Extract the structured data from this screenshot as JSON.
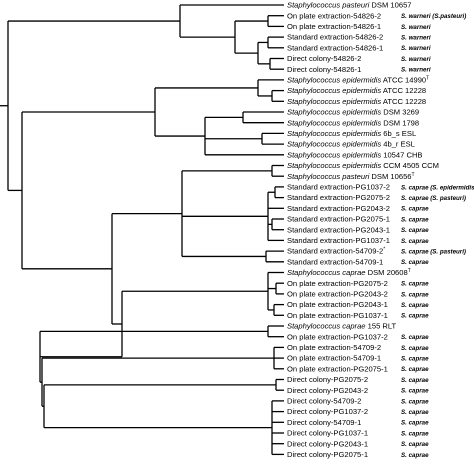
{
  "figure": {
    "description_color": "#000000",
    "leaves": [
      {
        "label": "Staphylococcus pasteuri DSM 10657",
        "italic_part": "Staphylococcus pasteuri",
        "plain_part": " DSM 10657",
        "sup": "",
        "id": ""
      },
      {
        "label": "On plate extraction-54826-2",
        "italic_part": "",
        "plain_part": "On plate extraction-54826-2",
        "sup": "",
        "id": "S. warneri (S.pasteuri)"
      },
      {
        "label": "On plate extraction-54826-1",
        "italic_part": "",
        "plain_part": "On plate extraction-54826-1",
        "sup": "",
        "id": "S. warneri"
      },
      {
        "label": "Standard extraction-54826-2",
        "italic_part": "",
        "plain_part": "Standard extraction-54826-2",
        "sup": "",
        "id": "S. warneri"
      },
      {
        "label": "Standard extraction-54826-1",
        "italic_part": "",
        "plain_part": "Standard extraction-54826-1",
        "sup": "",
        "id": "S. warneri"
      },
      {
        "label": "Direct colony-54826-2",
        "italic_part": "",
        "plain_part": "Direct colony-54826-2",
        "sup": "",
        "id": "S. warneri"
      },
      {
        "label": "Direct colony-54826-1",
        "italic_part": "",
        "plain_part": "Direct colony-54826-1",
        "sup": "",
        "id": "S. warneri"
      },
      {
        "label": "Staphylococcus epidermidis ATCC 14990",
        "italic_part": "Staphylococcus epidermidis",
        "plain_part": " ATCC 14990",
        "sup": "T",
        "id": ""
      },
      {
        "label": "Staphylococcus epidermidis ATCC 12228",
        "italic_part": "Staphylococcus epidermidis",
        "plain_part": " ATCC 12228",
        "sup": "",
        "id": ""
      },
      {
        "label": "Staphylococcus epidermidis ATCC 12228",
        "italic_part": "Staphylococcus epidermidis",
        "plain_part": " ATCC 12228",
        "sup": "",
        "id": ""
      },
      {
        "label": "Staphylococcus epidermidis DSM 3269",
        "italic_part": "Staphylococcus epidermidis",
        "plain_part": " DSM 3269",
        "sup": "",
        "id": ""
      },
      {
        "label": "Staphylococcus epidermidis DSM 1798",
        "italic_part": "Staphylococcus epidermidis",
        "plain_part": " DSM 1798",
        "sup": "",
        "id": ""
      },
      {
        "label": "Staphylococcus epidermidis 6b_s ESL",
        "italic_part": "Staphylococcus epidermidis",
        "plain_part": " 6b_s ESL",
        "sup": "",
        "id": ""
      },
      {
        "label": "Staphylococcus epidermidis 4b_r ESL",
        "italic_part": "Staphylococcus epidermidis",
        "plain_part": " 4b_r ESL",
        "sup": "",
        "id": ""
      },
      {
        "label": "Staphylococcus epidermidis 10547 CHB",
        "italic_part": "Staphylococcus epidermidis",
        "plain_part": " 10547 CHB",
        "sup": "",
        "id": ""
      },
      {
        "label": "Staphylococcus epidermidis CCM 4505 CCM",
        "italic_part": "Staphylococcus epidermidis",
        "plain_part": " CCM 4505 CCM",
        "sup": "",
        "id": ""
      },
      {
        "label": "Staphylococcus pasteuri DSM 10656",
        "italic_part": "Staphylococcus pasteuri",
        "plain_part": " DSM 10656",
        "sup": "T",
        "id": ""
      },
      {
        "label": "Standard extraction-PG1037-2",
        "italic_part": "",
        "plain_part": "Standard extraction-PG1037-2",
        "sup": "",
        "id": "S. caprae (S. epidermidis)"
      },
      {
        "label": "Standard extraction-PG2075-2",
        "italic_part": "",
        "plain_part": "Standard extraction-PG2075-2",
        "sup": "",
        "id": "S. caprae (S. pasteuri)"
      },
      {
        "label": "Standard extraction-PG2043-2",
        "italic_part": "",
        "plain_part": "Standard extraction-PG2043-2",
        "sup": "",
        "id": "S. caprae"
      },
      {
        "label": "Standard extraction-PG2075-1",
        "italic_part": "",
        "plain_part": "Standard extraction-PG2075-1",
        "sup": "",
        "id": "S. caprae"
      },
      {
        "label": "Standard extraction-PG2043-1",
        "italic_part": "",
        "plain_part": "Standard extraction-PG2043-1",
        "sup": "",
        "id": "S. caprae"
      },
      {
        "label": "Standard extraction-PG1037-1",
        "italic_part": "",
        "plain_part": "Standard extraction-PG1037-1",
        "sup": "",
        "id": "S. caprae"
      },
      {
        "label": "Standard extraction-54709-2",
        "italic_part": "",
        "plain_part": "Standard extraction-54709-2",
        "sup": "*",
        "id": "S. caprae (S. pasteuri)"
      },
      {
        "label": "Standard extraction-54709-1",
        "italic_part": "",
        "plain_part": "Standard extraction-54709-1",
        "sup": "",
        "id": "S. caprae"
      },
      {
        "label": "Staphylococcus caprae DSM 20608",
        "italic_part": "Staphylococcus caprae",
        "plain_part": " DSM 20608",
        "sup": "T",
        "id": ""
      },
      {
        "label": "On plate extraction-PG2075-2",
        "italic_part": "",
        "plain_part": "On plate extraction-PG2075-2",
        "sup": "",
        "id": "S. caprae"
      },
      {
        "label": "On plate extraction-PG2043-2",
        "italic_part": "",
        "plain_part": "On plate extraction-PG2043-2",
        "sup": "",
        "id": "S. caprae"
      },
      {
        "label": "On plate extraction-PG2043-1",
        "italic_part": "",
        "plain_part": "On plate extraction-PG2043-1",
        "sup": "",
        "id": "S. caprae"
      },
      {
        "label": "On plate extraction-PG1037-1",
        "italic_part": "",
        "plain_part": "On plate extraction-PG1037-1",
        "sup": "",
        "id": "S. caprae"
      },
      {
        "label": "Staphylococcus caprae 155 RLT",
        "italic_part": "Staphylococcus caprae",
        "plain_part": " 155 RLT",
        "sup": "",
        "id": ""
      },
      {
        "label": "On plate extraction-PG1037-2",
        "italic_part": "",
        "plain_part": "On plate extraction-PG1037-2",
        "sup": "",
        "id": "S. caprae"
      },
      {
        "label": "On plate extraction-54709-2",
        "italic_part": "",
        "plain_part": "On plate extraction-54709-2",
        "sup": "",
        "id": "S. caprae"
      },
      {
        "label": "On plate extraction-54709-1",
        "italic_part": "",
        "plain_part": "On plate extraction-54709-1",
        "sup": "",
        "id": "S. caprae"
      },
      {
        "label": "On plate extraction-PG2075-1",
        "italic_part": "",
        "plain_part": "On plate extraction-PG2075-1",
        "sup": "",
        "id": "S. caprae"
      },
      {
        "label": "Direct colony-PG2075-2",
        "italic_part": "",
        "plain_part": "Direct colony-PG2075-2",
        "sup": "",
        "id": "S. caprae"
      },
      {
        "label": "Direct colony-PG2043-2",
        "italic_part": "",
        "plain_part": "Direct colony-PG2043-2",
        "sup": "",
        "id": "S. caprae"
      },
      {
        "label": "Direct colony-54709-2",
        "italic_part": "",
        "plain_part": "Direct colony-54709-2",
        "sup": "",
        "id": "S. caprae"
      },
      {
        "label": "Direct colony-PG1037-2",
        "italic_part": "",
        "plain_part": "Direct colony-PG1037-2",
        "sup": "",
        "id": "S. caprae"
      },
      {
        "label": "Direct colony-54709-1",
        "italic_part": "",
        "plain_part": "Direct colony-54709-1",
        "sup": "",
        "id": "S. caprae"
      },
      {
        "label": "Direct colony-PG1037-1",
        "italic_part": "",
        "plain_part": "Direct colony-PG1037-1",
        "sup": "",
        "id": "S. caprae"
      },
      {
        "label": "Direct colony-PG2043-1",
        "italic_part": "",
        "plain_part": "Direct colony-PG2043-1",
        "sup": "",
        "id": "S. caprae"
      },
      {
        "label": "Direct colony-PG2075-1",
        "italic_part": "",
        "plain_part": "Direct colony-PG2075-1",
        "sup": "",
        "id": "S. caprae"
      }
    ]
  }
}
